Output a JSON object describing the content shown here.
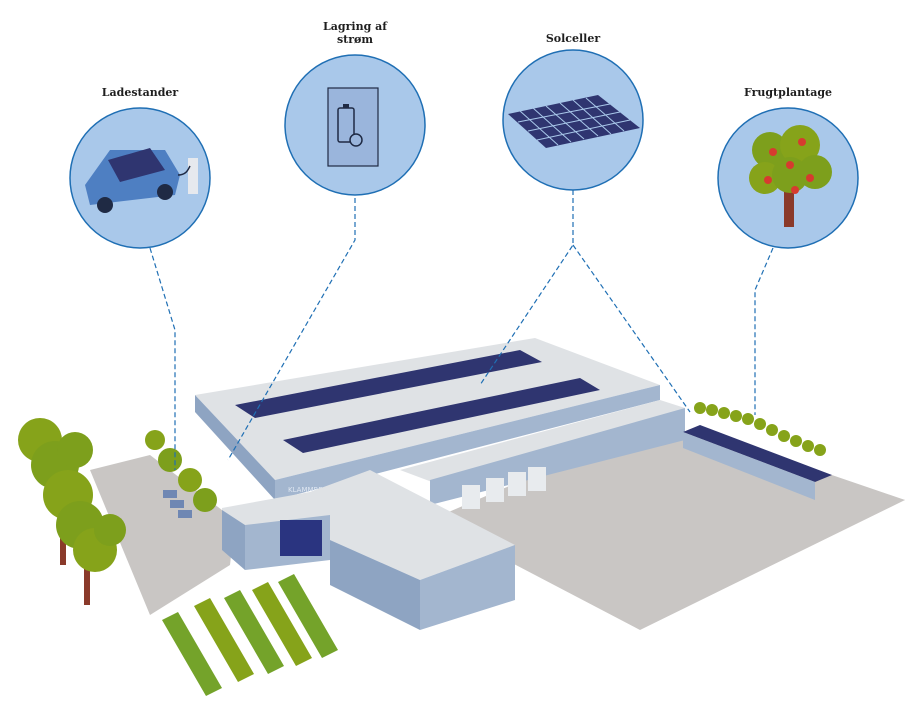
{
  "callouts": {
    "charging": {
      "label": "Ladestander"
    },
    "storage": {
      "label": "Lagring af\nstrøm"
    },
    "solar": {
      "label": "Solceller"
    },
    "orchard": {
      "label": "Frugtplantage"
    }
  },
  "building": {
    "sign": "KLAMMRD"
  },
  "colors": {
    "circle_fill": "#a9c8ea",
    "circle_stroke": "#1f6fb4",
    "leader_line": "#1f6fb4",
    "roof": "#dfe2e5",
    "wall": "#9fb3cd",
    "wall_dark": "#7f96b6",
    "panel": "#2f3570",
    "ground": "#c9c6c4",
    "tree_green": "#7fa01e",
    "tree_trunk": "#8a3a2a",
    "field_green": "#7aa51e"
  },
  "icons": {
    "charging": "electric-car-charger-icon",
    "storage": "battery-cabinet-icon",
    "solar": "solar-panel-icon",
    "orchard": "apple-tree-icon"
  }
}
